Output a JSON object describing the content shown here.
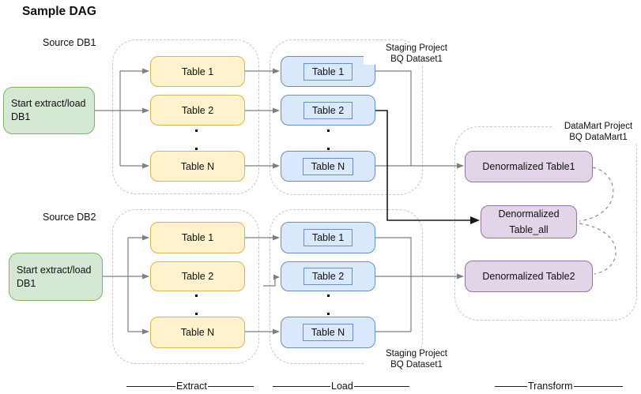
{
  "title": "Sample DAG",
  "colors": {
    "green_fill": "#d5e8d4",
    "green_stroke": "#82b366",
    "yellow_fill": "#fff2cc",
    "yellow_stroke": "#d6b656",
    "blue_fill": "#dae8fc",
    "blue_stroke": "#6c8ebf",
    "purple_fill": "#e1d5e7",
    "purple_stroke": "#9673a6",
    "connector": "#7f7f7f",
    "connector_dark": "#1a1a1a",
    "container_border": "#c6c6c6"
  },
  "sections": {
    "db1": {
      "source_label": "Source DB1",
      "start_node": {
        "line1": "Start extract/load",
        "line2": "DB1"
      },
      "extract_tables": [
        "Table 1",
        "Table 2",
        "Table N"
      ],
      "load_tables": [
        "Table 1",
        "Table 2",
        "Table N"
      ],
      "staging_label": {
        "line1": "Staging Project",
        "line2": "BQ Dataset1"
      }
    },
    "db2": {
      "source_label": "Source DB2",
      "start_node": {
        "line1": "Start extract/load",
        "line2": "DB1"
      },
      "extract_tables": [
        "Table 1",
        "Table 2",
        "Table N"
      ],
      "load_tables": [
        "Table 1",
        "Table 2",
        "Table N"
      ],
      "staging_label": {
        "line1": "Staging Project",
        "line2": "BQ Dataset1"
      }
    }
  },
  "datamart": {
    "label": {
      "line1": "DataMart Project",
      "line2": "BQ DataMart1"
    },
    "table1": "Denormalized Table1",
    "table_all": {
      "line1": "Denormalized",
      "line2": "Table_all"
    },
    "table2": "Denormalized Table2"
  },
  "stages": {
    "extract": "Extract",
    "load": "Load",
    "transform": "Transform"
  }
}
